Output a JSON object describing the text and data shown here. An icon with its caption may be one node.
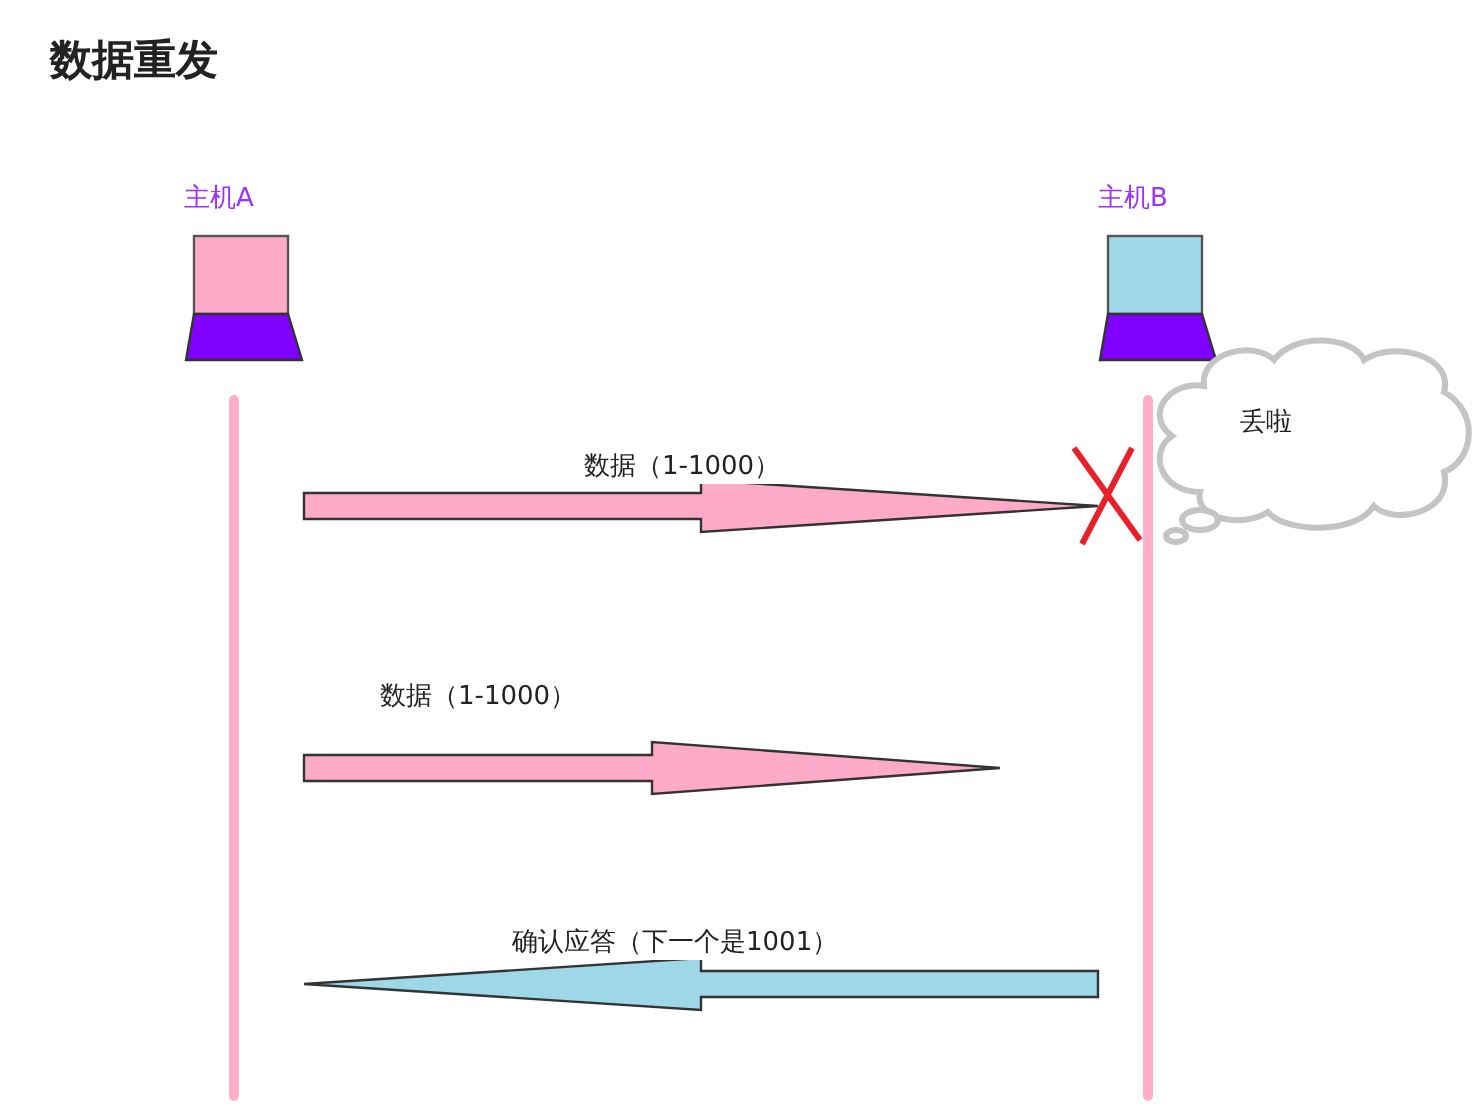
{
  "diagram": {
    "title": "数据重发",
    "nodes": [
      {
        "text": [
          "主机A"
        ]
      },
      {
        "text": [
          "主机B"
        ]
      },
      {
        "text": [
          "丢啦"
        ]
      }
    ],
    "edges": [
      {
        "from": 0,
        "to": 1,
        "arrow": "to",
        "label": "数据（1-1000）"
      },
      {
        "from": 0,
        "to": null,
        "arrow": "to",
        "label": "数据（1-1000）"
      },
      {
        "from": 1,
        "to": 0,
        "arrow": "to",
        "label": "确认应答（下一个是1001）",
        "color": "#9ed8e8"
      }
    ]
  }
}
